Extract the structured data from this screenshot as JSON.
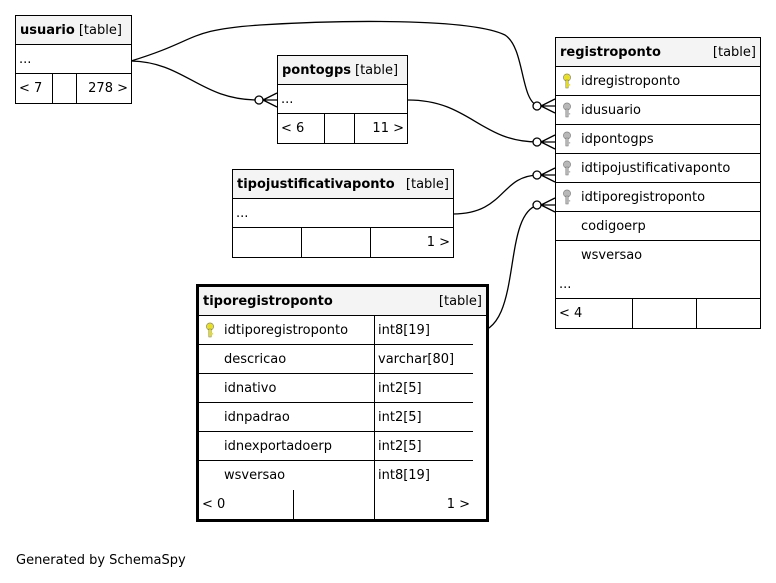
{
  "footer": "Generated by SchemaSpy",
  "colors": {
    "pk_key": "#e8e020",
    "fk_key": "#b8b8b8",
    "line": "#000000"
  },
  "tables": {
    "usuario": {
      "name": "usuario",
      "type": "[table]",
      "dots": "...",
      "nav": {
        "prev": "< 7",
        "mid": "",
        "next": "278 >"
      }
    },
    "pontogps": {
      "name": "pontogps",
      "type": "[table]",
      "dots": "...",
      "nav": {
        "prev": "< 6",
        "mid": "",
        "next": "11 >"
      }
    },
    "tipojustificativaponto": {
      "name": "tipojustificativaponto",
      "type": "[table]",
      "dots": "...",
      "nav": {
        "prev": "",
        "mid": "",
        "next": "1 >"
      }
    },
    "registroponto": {
      "name": "registroponto",
      "type": "[table]",
      "columns": [
        {
          "name": "idregistroponto",
          "key": "pk"
        },
        {
          "name": "idusuario",
          "key": "fk"
        },
        {
          "name": "idpontogps",
          "key": "fk"
        },
        {
          "name": "idtipojustificativaponto",
          "key": "fk"
        },
        {
          "name": "idtiporegistroponto",
          "key": "fk"
        },
        {
          "name": "codigoerp",
          "key": ""
        },
        {
          "name": "wsversao",
          "key": ""
        }
      ],
      "dots": "...",
      "nav": {
        "prev": "< 4",
        "mid": "",
        "next": ""
      }
    },
    "tiporegistroponto": {
      "name": "tiporegistroponto",
      "type": "[table]",
      "columns": [
        {
          "name": "idtiporegistroponto",
          "datatype": "int8[19]",
          "key": "pk"
        },
        {
          "name": "descricao",
          "datatype": "varchar[80]",
          "key": ""
        },
        {
          "name": "idnativo",
          "datatype": "int2[5]",
          "key": ""
        },
        {
          "name": "idnpadrao",
          "datatype": "int2[5]",
          "key": ""
        },
        {
          "name": "idnexportadoerp",
          "datatype": "int2[5]",
          "key": ""
        },
        {
          "name": "wsversao",
          "datatype": "int8[19]",
          "key": ""
        }
      ],
      "nav": {
        "prev": "< 0",
        "mid": "",
        "next": "1 >"
      }
    }
  }
}
